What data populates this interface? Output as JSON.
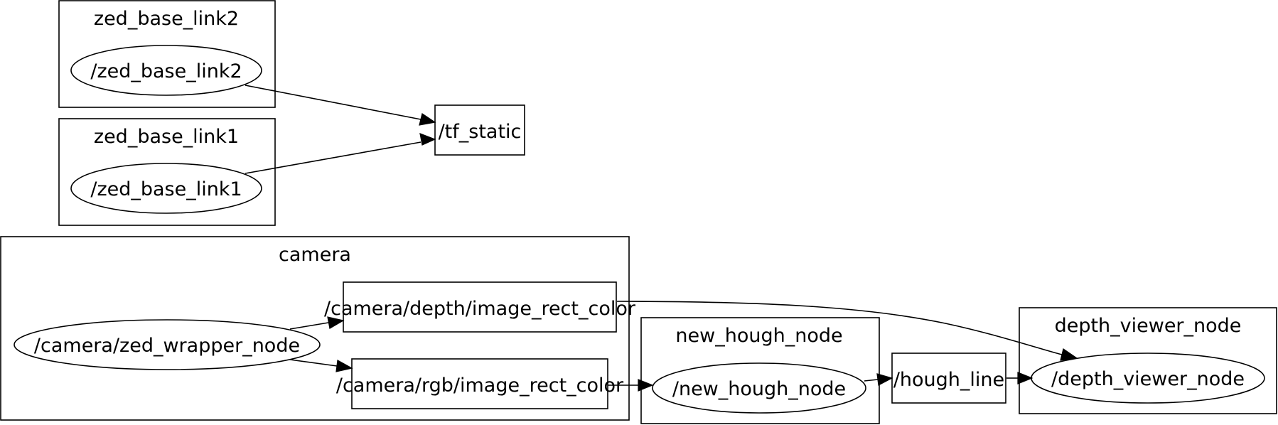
{
  "diagram": {
    "clusters": [
      {
        "id": "cluster-zed-base-link2",
        "title": "zed_base_link2"
      },
      {
        "id": "cluster-zed-base-link1",
        "title": "zed_base_link1"
      },
      {
        "id": "cluster-camera",
        "title": "camera"
      },
      {
        "id": "cluster-new-hough-node",
        "title": "new_hough_node"
      },
      {
        "id": "cluster-depth-viewer-node",
        "title": "depth_viewer_node"
      }
    ],
    "nodes": [
      {
        "id": "zed-base-link2",
        "label": "/zed_base_link2",
        "shape": "ellipse"
      },
      {
        "id": "zed-base-link1",
        "label": "/zed_base_link1",
        "shape": "ellipse"
      },
      {
        "id": "tf-static",
        "label": "/tf_static",
        "shape": "box"
      },
      {
        "id": "zed-wrapper-node",
        "label": "/camera/zed_wrapper_node",
        "shape": "ellipse"
      },
      {
        "id": "depth-image-rect-color",
        "label": "/camera/depth/image_rect_color",
        "shape": "box"
      },
      {
        "id": "rgb-image-rect-color",
        "label": "/camera/rgb/image_rect_color",
        "shape": "box"
      },
      {
        "id": "new-hough-node",
        "label": "/new_hough_node",
        "shape": "ellipse"
      },
      {
        "id": "hough-line",
        "label": "/hough_line",
        "shape": "box"
      },
      {
        "id": "depth-viewer-node",
        "label": "/depth_viewer_node",
        "shape": "ellipse"
      }
    ],
    "edges": [
      {
        "from": "zed-base-link2",
        "to": "tf-static"
      },
      {
        "from": "zed-base-link1",
        "to": "tf-static"
      },
      {
        "from": "zed-wrapper-node",
        "to": "depth-image-rect-color"
      },
      {
        "from": "zed-wrapper-node",
        "to": "rgb-image-rect-color"
      },
      {
        "from": "rgb-image-rect-color",
        "to": "new-hough-node"
      },
      {
        "from": "new-hough-node",
        "to": "hough-line"
      },
      {
        "from": "hough-line",
        "to": "depth-viewer-node"
      },
      {
        "from": "depth-image-rect-color",
        "to": "depth-viewer-node"
      }
    ]
  }
}
